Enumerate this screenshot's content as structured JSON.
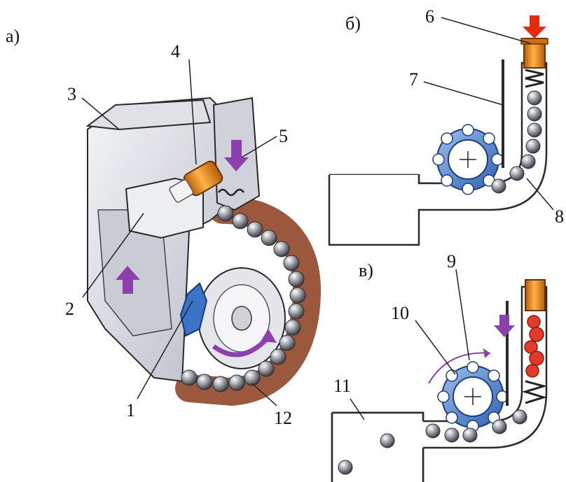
{
  "panels": {
    "a": "а)",
    "b": "б)",
    "v": "в)"
  },
  "callouts": [
    "1",
    "2",
    "3",
    "4",
    "5",
    "6",
    "7",
    "8",
    "9",
    "10",
    "11",
    "12"
  ],
  "colors": {
    "steel_ball": "#7a7d85",
    "star_wheel": "#3b73c9",
    "capsule": "#e8891e",
    "push_arrow": "#e22b10",
    "feed_arrow": "#8e3fae",
    "deformed_spring": "#e33a2a",
    "outline": "#2a2a2a"
  }
}
